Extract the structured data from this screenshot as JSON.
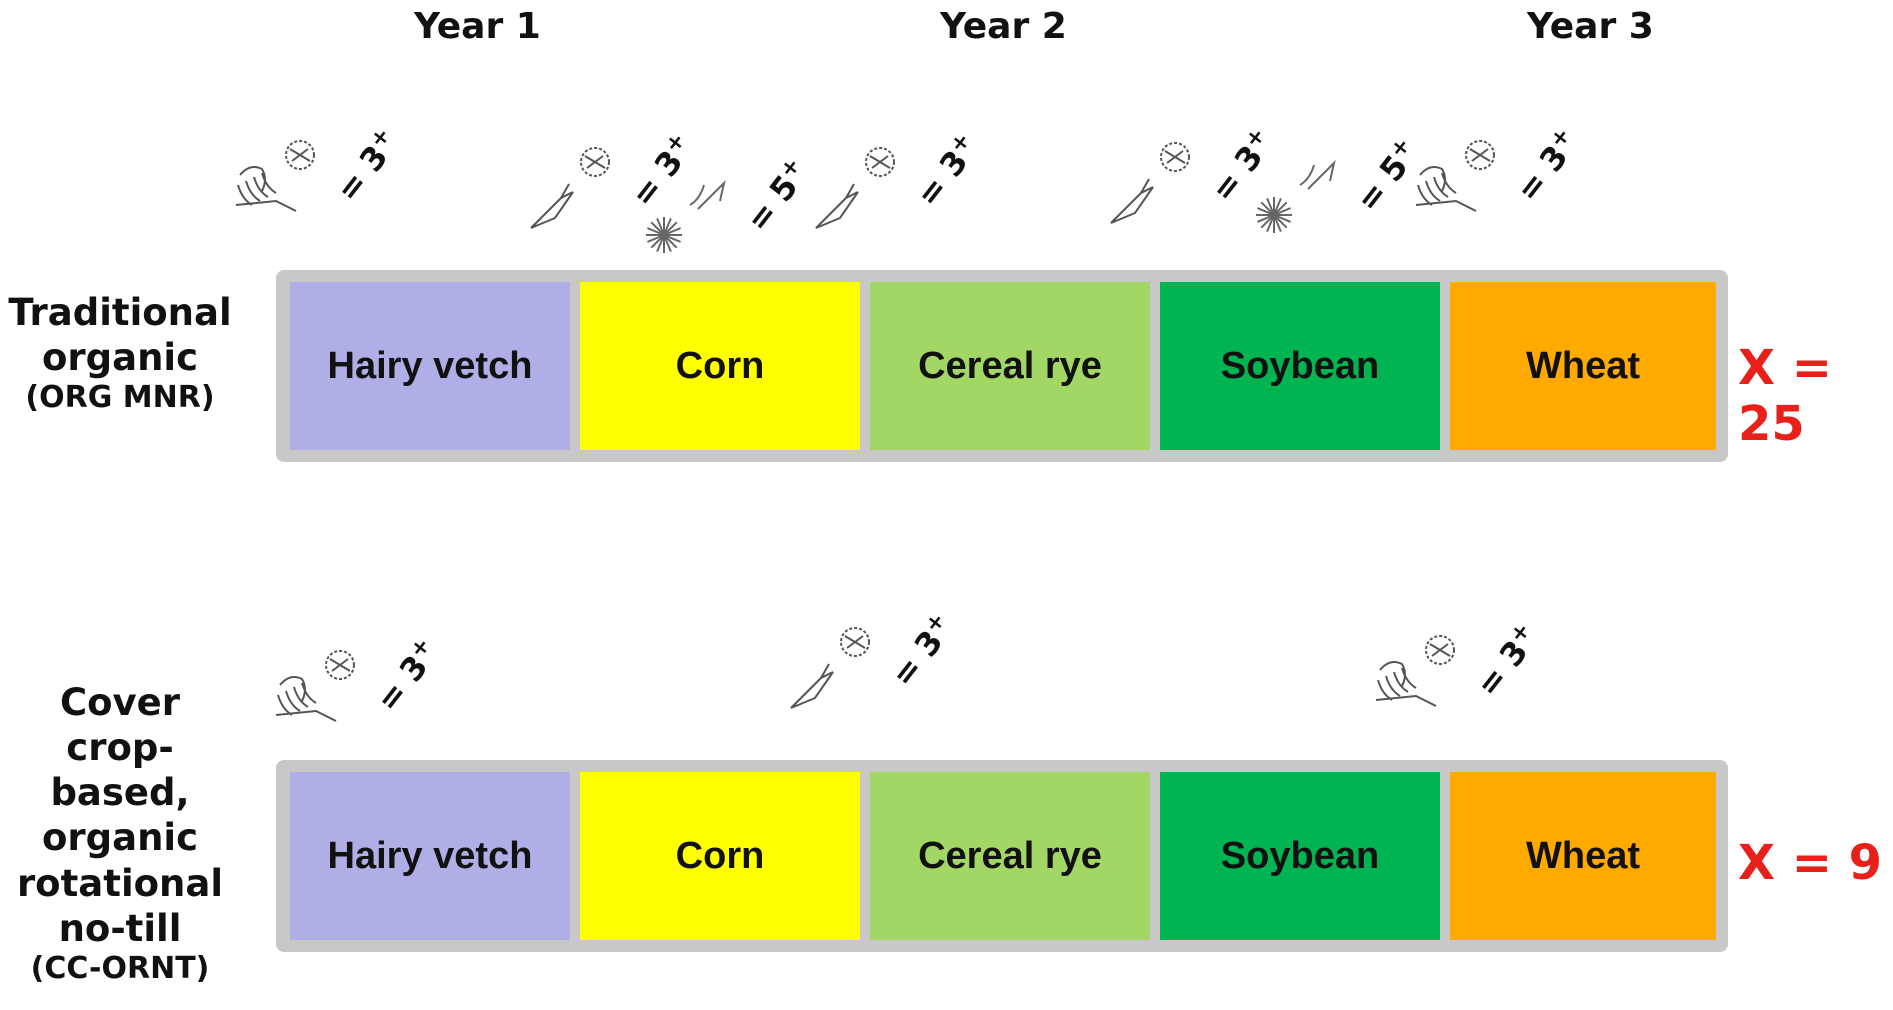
{
  "years": [
    "Year 1",
    "Year 2",
    "Year 3"
  ],
  "rows": [
    {
      "label": "Traditional organic",
      "abbr": "(ORG MNR)",
      "crops": [
        "Hairy vetch",
        "Corn",
        "Cereal rye",
        "Soybean",
        "Wheat"
      ],
      "total": "X = 25",
      "operations": [
        {
          "icon": "disk-harrow-plow-icon",
          "label": "= 3",
          "sup": "+"
        },
        {
          "icon": "chisel-plow-icon",
          "label": "= 3",
          "sup": "+"
        },
        {
          "icon": "rotary-hoe-cultivator-icon",
          "label": "= 5",
          "sup": "+"
        },
        {
          "icon": "chisel-plow-icon",
          "label": "= 3",
          "sup": "+"
        },
        {
          "icon": "chisel-plow-icon",
          "label": "= 3",
          "sup": "+"
        },
        {
          "icon": "rotary-hoe-cultivator-icon",
          "label": "= 5",
          "sup": "+"
        },
        {
          "icon": "disk-harrow-plow-icon",
          "label": "= 3",
          "sup": "+"
        }
      ]
    },
    {
      "label": "Cover crop-based, organic rotational no-till",
      "abbr": "(CC-ORNT)",
      "crops": [
        "Hairy vetch",
        "Corn",
        "Cereal rye",
        "Soybean",
        "Wheat"
      ],
      "total": "X = 9",
      "operations": [
        {
          "icon": "disk-harrow-plow-icon",
          "label": "= 3",
          "sup": "+"
        },
        {
          "icon": "chisel-plow-icon",
          "label": "= 3",
          "sup": "+"
        },
        {
          "icon": "disk-harrow-plow-icon",
          "label": "= 3",
          "sup": "+"
        }
      ]
    }
  ],
  "colors": {
    "hairy_vetch": "#b0aee6",
    "corn": "#ffff00",
    "cereal_rye": "#a2d665",
    "soybean": "#00b452",
    "wheat": "#ffaa00",
    "total": "#e8201a"
  }
}
